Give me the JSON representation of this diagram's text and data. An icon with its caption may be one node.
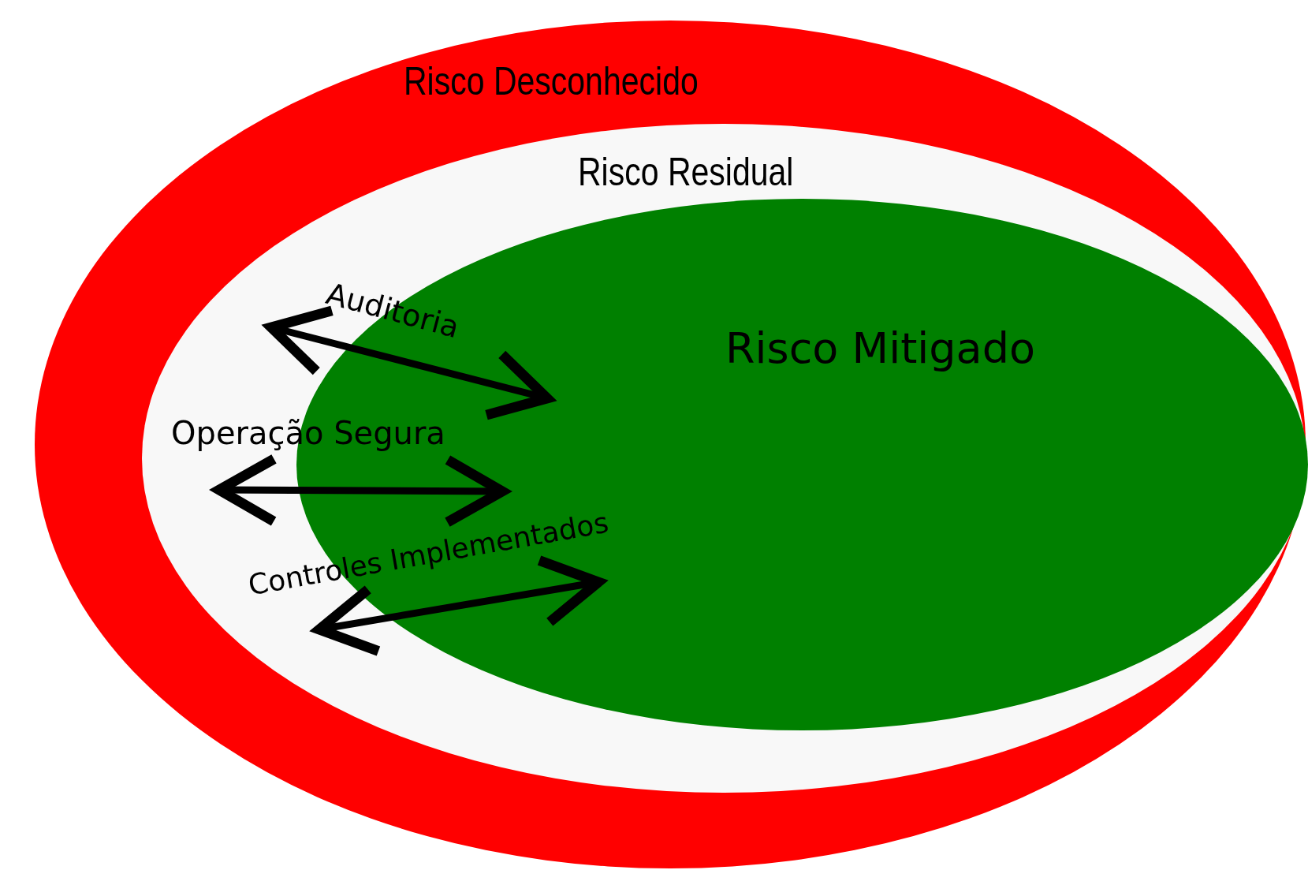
{
  "diagram": {
    "nodes": [
      {
        "text": [
          "Risco Desconhecido"
        ]
      },
      {
        "text": [
          "Risco Residual"
        ],
        "in": 0
      },
      {
        "text": [
          "Risco Mitigado"
        ],
        "in": 1
      }
    ],
    "labels": [
      "Auditoria",
      "Operação Segura",
      "Controles Implementados"
    ]
  }
}
